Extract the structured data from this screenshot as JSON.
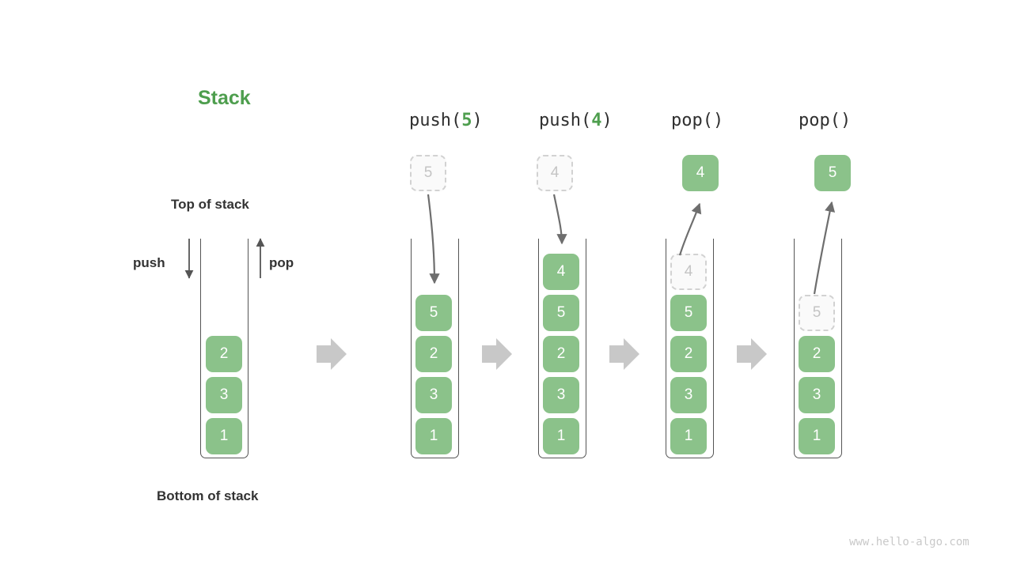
{
  "title": "Stack",
  "labels": {
    "top_of_stack": "Top of stack",
    "bottom_of_stack": "Bottom of stack",
    "push": "push",
    "pop": "pop"
  },
  "watermark": "www.hello-algo.com",
  "colors": {
    "accent_green": "#4e9e4e",
    "cell_green": "#8bc28a",
    "ghost_border": "#d2d2d2",
    "ghost_text": "#c4c4c4",
    "frame": "#555555",
    "transition_arrow": "#c8c8c8",
    "curve_arrow": "#6e6e6e",
    "text_dark": "#333333"
  },
  "operations": [
    {
      "name": "push",
      "arg": "5",
      "prefix": "push(",
      "suffix": ")"
    },
    {
      "name": "push",
      "arg": "4",
      "prefix": "push(",
      "suffix": ")"
    },
    {
      "name": "pop",
      "arg": "",
      "prefix": "pop(",
      "suffix": ")"
    },
    {
      "name": "pop",
      "arg": "",
      "prefix": "pop(",
      "suffix": ")"
    }
  ],
  "stacks": [
    {
      "id": "initial",
      "items": [
        "2",
        "3",
        "1"
      ]
    },
    {
      "id": "after-push-5",
      "items": [
        "5",
        "2",
        "3",
        "1"
      ]
    },
    {
      "id": "after-push-4",
      "items": [
        "4",
        "5",
        "2",
        "3",
        "1"
      ]
    },
    {
      "id": "popping-4",
      "items": [
        "4",
        "5",
        "2",
        "3",
        "1"
      ],
      "ghost_index": 0
    },
    {
      "id": "popping-5",
      "items": [
        "5",
        "2",
        "3",
        "1"
      ],
      "ghost_index": 0
    }
  ],
  "ghost_inputs": [
    {
      "column": 1,
      "value": "5"
    },
    {
      "column": 2,
      "value": "4"
    }
  ],
  "popped_outputs": [
    {
      "column": 3,
      "value": "4"
    },
    {
      "column": 4,
      "value": "5"
    }
  ]
}
